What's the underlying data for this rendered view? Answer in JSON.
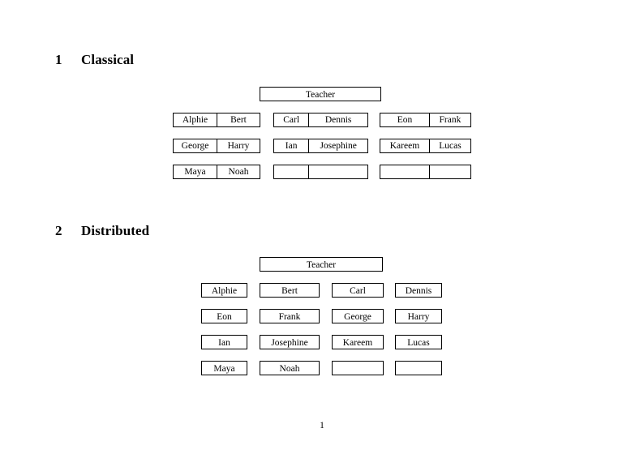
{
  "document": {
    "page_number": "1"
  },
  "sections": [
    {
      "number": "1",
      "title": "Classical",
      "teacher_label": "Teacher",
      "groups": [
        {
          "rows": [
            {
              "left": "Alphie",
              "right": "Bert"
            },
            {
              "left": "George",
              "right": "Harry"
            },
            {
              "left": "Maya",
              "right": "Noah"
            }
          ]
        },
        {
          "rows": [
            {
              "left": "Carl",
              "right": "Dennis"
            },
            {
              "left": "Ian",
              "right": "Josephine"
            },
            {
              "left": "",
              "right": ""
            }
          ]
        },
        {
          "rows": [
            {
              "left": "Eon",
              "right": "Frank"
            },
            {
              "left": "Kareem",
              "right": "Lucas"
            },
            {
              "left": "",
              "right": ""
            }
          ]
        }
      ]
    },
    {
      "number": "2",
      "title": "Distributed",
      "teacher_label": "Teacher",
      "grid": [
        [
          "Alphie",
          "Bert",
          "Carl",
          "Dennis"
        ],
        [
          "Eon",
          "Frank",
          "George",
          "Harry"
        ],
        [
          "Ian",
          "Josephine",
          "Kareem",
          "Lucas"
        ],
        [
          "Maya",
          "Noah",
          "",
          ""
        ]
      ]
    }
  ]
}
